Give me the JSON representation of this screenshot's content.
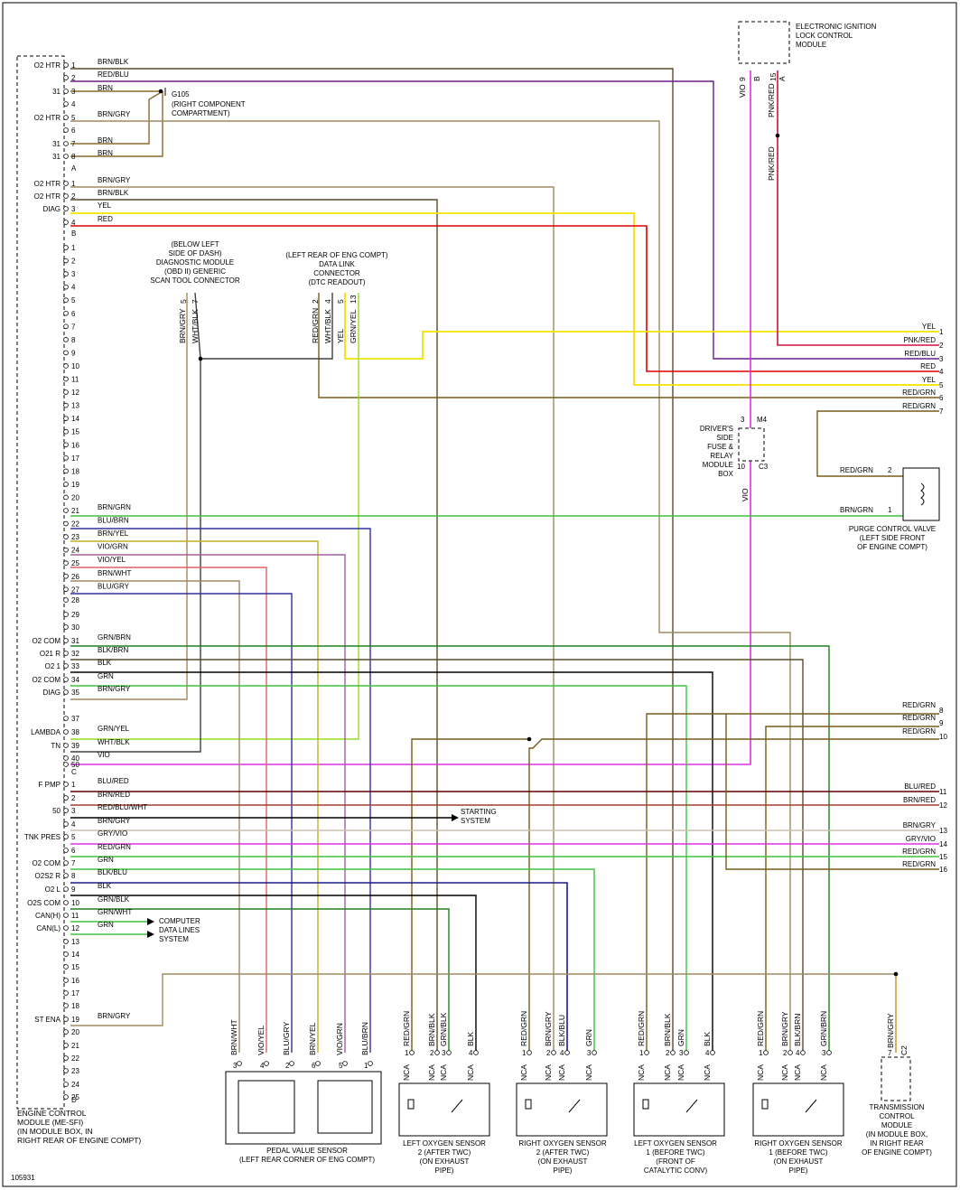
{
  "colors": {
    "BRN": "#8a6a2a",
    "BRN_BLK": "#5b4a2a",
    "RED_BLU": "#6a1a8a",
    "VIO": "#e030e0",
    "PNK_RED": "#d0103a",
    "YEL": "#f0e400",
    "RED": "#e00000",
    "RED_GRN": "#7a5a1a",
    "GRN": "#40c040",
    "BLU_BRN": "#3030a0",
    "BRN_YEL": "#c0b020",
    "VIO_GRN": "#a060a0",
    "VIO_YEL": "#e06060",
    "BRN_GRY": "#a08a60",
    "BLK": "#000000",
    "GRN_YEL": "#90e020",
    "WHT_BLK": "#404040",
    "BLU_RED": "#600000",
    "BRN_RED": "#a04030",
    "GRY_VIO": "#b080c0",
    "BLK_BLU": "#1a1a8a",
    "GRN_BLK": "#208020",
    "GRN_WHT": "#30a060"
  },
  "footer": {
    "figure_no": "105931"
  },
  "ecm": {
    "title": [
      "ENGINE CONTROL",
      "MODULE (ME-SFI)",
      "(IN MODULE BOX, IN",
      "RIGHT REAR OF ENGINE COMPT)"
    ],
    "connectors": [
      "A",
      "B",
      "C",
      "D"
    ],
    "pins_A": [
      {
        "n": "1",
        "func": "O2 HTR",
        "wire": "BRN/BLK"
      },
      {
        "n": "2",
        "func": "",
        "wire": "RED/BLU"
      },
      {
        "n": "3",
        "func": "31",
        "wire": "BRN"
      },
      {
        "n": "4",
        "func": "",
        "wire": ""
      },
      {
        "n": "5",
        "func": "O2 HTR",
        "wire": "BRN/GRY"
      },
      {
        "n": "6",
        "func": "",
        "wire": ""
      },
      {
        "n": "7",
        "func": "31",
        "wire": "BRN"
      },
      {
        "n": "8",
        "func": "31",
        "wire": "BRN"
      }
    ],
    "pins_B": [
      {
        "n": "1",
        "func": "O2 HTR",
        "wire": "BRN/GRY"
      },
      {
        "n": "2",
        "func": "O2 HTR",
        "wire": "BRN/BLK"
      },
      {
        "n": "3",
        "func": "DIAG",
        "wire": "YEL"
      },
      {
        "n": "4",
        "func": "",
        "wire": "RED"
      },
      {
        "n": "1",
        "func": "",
        "wire": ""
      },
      {
        "n": "2",
        "func": "",
        "wire": ""
      },
      {
        "n": "3",
        "func": "",
        "wire": ""
      },
      {
        "n": "4",
        "func": "",
        "wire": ""
      },
      {
        "n": "5",
        "func": "",
        "wire": ""
      },
      {
        "n": "6",
        "func": "",
        "wire": ""
      },
      {
        "n": "7",
        "func": "",
        "wire": ""
      },
      {
        "n": "8",
        "func": "",
        "wire": ""
      },
      {
        "n": "9",
        "func": "",
        "wire": ""
      },
      {
        "n": "10",
        "func": "",
        "wire": ""
      },
      {
        "n": "11",
        "func": "",
        "wire": ""
      },
      {
        "n": "12",
        "func": "",
        "wire": ""
      },
      {
        "n": "13",
        "func": "",
        "wire": ""
      },
      {
        "n": "14",
        "func": "",
        "wire": ""
      },
      {
        "n": "15",
        "func": "",
        "wire": ""
      },
      {
        "n": "16",
        "func": "",
        "wire": ""
      },
      {
        "n": "17",
        "func": "",
        "wire": ""
      },
      {
        "n": "18",
        "func": "",
        "wire": ""
      },
      {
        "n": "19",
        "func": "",
        "wire": ""
      },
      {
        "n": "20",
        "func": "",
        "wire": ""
      },
      {
        "n": "21",
        "func": "",
        "wire": "BRN/GRN"
      },
      {
        "n": "22",
        "func": "",
        "wire": "BLU/BRN"
      },
      {
        "n": "23",
        "func": "",
        "wire": "BRN/YEL"
      },
      {
        "n": "24",
        "func": "",
        "wire": "VIO/GRN"
      },
      {
        "n": "25",
        "func": "",
        "wire": "VIO/YEL"
      },
      {
        "n": "26",
        "func": "",
        "wire": "BRN/WHT"
      },
      {
        "n": "27",
        "func": "",
        "wire": "BLU/GRY"
      },
      {
        "n": "28",
        "func": "",
        "wire": ""
      },
      {
        "n": "29",
        "func": "",
        "wire": ""
      },
      {
        "n": "30",
        "func": "",
        "wire": ""
      },
      {
        "n": "31",
        "func": "O2 COM",
        "wire": "GRN/BRN"
      },
      {
        "n": "32",
        "func": "O21 R",
        "wire": "BLK/BRN"
      },
      {
        "n": "33",
        "func": "O2 1",
        "wire": "BLK"
      },
      {
        "n": "34",
        "func": "O2 COM",
        "wire": "GRN"
      },
      {
        "n": "35",
        "func": "DIAG",
        "wire": "BRN/GRY"
      },
      {
        "n": "37",
        "func": "",
        "wire": ""
      },
      {
        "n": "38",
        "func": "LAMBDA",
        "wire": "GRN/YEL"
      },
      {
        "n": "39",
        "func": "TN",
        "wire": "WHT/BLK"
      },
      {
        "n": "40",
        "func": "",
        "wire": "VIO"
      },
      {
        "n": "50",
        "func": "",
        "wire": ""
      }
    ],
    "pins_C": [
      {
        "n": "1",
        "func": "F PMP",
        "wire": "BLU/RED"
      },
      {
        "n": "2",
        "func": "",
        "wire": "BRN/RED"
      },
      {
        "n": "3",
        "func": "50",
        "wire": "RED/BLU/WHT"
      },
      {
        "n": "4",
        "func": "",
        "wire": "BRN/GRY"
      },
      {
        "n": "5",
        "func": "TNK PRES",
        "wire": "GRY/VIO"
      },
      {
        "n": "6",
        "func": "",
        "wire": "RED/GRN"
      },
      {
        "n": "7",
        "func": "O2 COM",
        "wire": "GRN"
      },
      {
        "n": "8",
        "func": "O2S2 R",
        "wire": "BLK/BLU"
      },
      {
        "n": "9",
        "func": "O2 L",
        "wire": "BLK"
      },
      {
        "n": "10",
        "func": "O2S COM",
        "wire": "GRN/BLK"
      },
      {
        "n": "11",
        "func": "CAN(H)",
        "wire": "GRN/WHT"
      },
      {
        "n": "12",
        "func": "CAN(L)",
        "wire": "GRN"
      },
      {
        "n": "13",
        "func": "",
        "wire": ""
      },
      {
        "n": "14",
        "func": "",
        "wire": ""
      },
      {
        "n": "15",
        "func": "",
        "wire": ""
      },
      {
        "n": "16",
        "func": "",
        "wire": ""
      },
      {
        "n": "17",
        "func": "",
        "wire": ""
      },
      {
        "n": "18",
        "func": "",
        "wire": ""
      },
      {
        "n": "19",
        "func": "ST ENA",
        "wire": "BRN/GRY"
      },
      {
        "n": "20",
        "func": "",
        "wire": ""
      },
      {
        "n": "21",
        "func": "",
        "wire": ""
      },
      {
        "n": "22",
        "func": "",
        "wire": ""
      },
      {
        "n": "23",
        "func": "",
        "wire": ""
      },
      {
        "n": "24",
        "func": "",
        "wire": ""
      },
      {
        "n": "25",
        "func": "",
        "wire": ""
      }
    ]
  },
  "g105": {
    "name": "G105",
    "lines": [
      "(RIGHT COMPONENT",
      "COMPARTMENT)"
    ]
  },
  "eilcm": {
    "lines": [
      "ELECTRONIC IGNITION",
      "LOCK CONTROL",
      "MODULE"
    ],
    "pins": [
      "9",
      "B",
      "15",
      "A"
    ],
    "wires": [
      "VIO",
      "PNK/RED",
      "PNK/RED"
    ]
  },
  "obd": {
    "lines": [
      "(BELOW LEFT",
      "SIDE OF DASH)",
      "DIAGNOSTIC MODULE",
      "(OBD II) GENERIC",
      "SCAN TOOL CONNECTOR"
    ],
    "pins": [
      "5",
      "7"
    ],
    "wires": [
      "BRN/GRY",
      "WHT/BLK"
    ]
  },
  "dlc": {
    "lines": [
      "(LEFT REAR OF ENG COMPT)",
      "DATA LINK",
      "CONNECTOR",
      "(DTC READOUT)"
    ],
    "pins": [
      "2",
      "4",
      "5",
      "13"
    ],
    "wires": [
      "RED/GRN",
      "WHT/BLK",
      "YEL",
      "GRN/YEL"
    ]
  },
  "right_terminals": [
    {
      "label": "YEL",
      "n": "1"
    },
    {
      "label": "PNK/RED",
      "n": "2"
    },
    {
      "label": "RED/BLU",
      "n": "3"
    },
    {
      "label": "RED",
      "n": "4"
    },
    {
      "label": "YEL",
      "n": "5"
    },
    {
      "label": "RED/GRN",
      "n": "6"
    },
    {
      "label": "RED/GRN",
      "n": "7"
    },
    {
      "label": "RED/GRN",
      "n": "8"
    },
    {
      "label": "RED/GRN",
      "n": "9"
    },
    {
      "label": "RED/GRN",
      "n": "10"
    },
    {
      "label": "BLU/RED",
      "n": "11"
    },
    {
      "label": "BRN/RED",
      "n": "12"
    },
    {
      "label": "BRN/GRY",
      "n": "13"
    },
    {
      "label": "GRY/VIO",
      "n": "14"
    },
    {
      "label": "RED/GRN",
      "n": "15"
    },
    {
      "label": "RED/GRN",
      "n": "16"
    }
  ],
  "fuse_box": {
    "lines": [
      "DRIVER'S",
      "SIDE",
      "FUSE &",
      "RELAY",
      "MODULE",
      "BOX"
    ],
    "pins": [
      "3",
      "M4",
      "10",
      "C3"
    ],
    "wire": "VIO"
  },
  "purge": {
    "lines": [
      "PURGE CONTROL VALVE",
      "(LEFT SIDE FRONT",
      "OF ENGINE COMPT)"
    ],
    "pins": [
      "2",
      "1"
    ],
    "wires": [
      "RED/GRN",
      "BRN/GRN"
    ]
  },
  "starting": {
    "lines": [
      "STARTING",
      "SYSTEM"
    ]
  },
  "computer": {
    "lines": [
      "COMPUTER",
      "DATA LINES",
      "SYSTEM"
    ]
  },
  "pedal": {
    "lines": [
      "PEDAL VALUE SENSOR",
      "(LEFT REAR CORNER OF ENG COMPT)"
    ],
    "pins": [
      {
        "n": "3",
        "wire": "BRN/WHT"
      },
      {
        "n": "4",
        "wire": "VIO/YEL"
      },
      {
        "n": "2",
        "wire": "BLU/GRY"
      },
      {
        "n": "6",
        "wire": "BRN/YEL"
      },
      {
        "n": "5",
        "wire": "VIO/GRN"
      },
      {
        "n": "1",
        "wire": "BLU/BRN"
      }
    ]
  },
  "sensors": [
    {
      "lines": [
        "LEFT OXYGEN SENSOR",
        "2 (AFTER TWC)",
        "(ON EXHAUST",
        "PIPE)"
      ],
      "pins": [
        {
          "n": "1",
          "wire": "RED/GRN"
        },
        {
          "n": "2",
          "wire": "BRN/BLK"
        },
        {
          "n": "3",
          "wire": "GRN/BLK"
        },
        {
          "n": "4",
          "wire": "BLK"
        }
      ]
    },
    {
      "lines": [
        "RIGHT OXYGEN SENSOR",
        "2 (AFTER TWC)",
        "(ON EXHAUST",
        "PIPE)"
      ],
      "pins": [
        {
          "n": "1",
          "wire": "RED/GRN"
        },
        {
          "n": "2",
          "wire": "BRN/GRY"
        },
        {
          "n": "4",
          "wire": "BLK/BLU"
        },
        {
          "n": "3",
          "wire": "GRN"
        }
      ]
    },
    {
      "lines": [
        "LEFT OXYGEN SENSOR",
        "1 (BEFORE TWC)",
        "(FRONT OF",
        "CATALYTIC CONV)"
      ],
      "pins": [
        {
          "n": "1",
          "wire": "RED/GRN"
        },
        {
          "n": "2",
          "wire": "BRN/BLK"
        },
        {
          "n": "3",
          "wire": "GRN"
        },
        {
          "n": "4",
          "wire": "BLK"
        }
      ]
    },
    {
      "lines": [
        "RIGHT OXYGEN SENSOR",
        "1 (BEFORE TWC)",
        "(ON EXHAUST",
        "PIPE)"
      ],
      "pins": [
        {
          "n": "1",
          "wire": "RED/GRN"
        },
        {
          "n": "2",
          "wire": "BRN/GRY"
        },
        {
          "n": "4",
          "wire": "BLK/BRN"
        },
        {
          "n": "3",
          "wire": "GRN/BRN"
        }
      ]
    }
  ],
  "nca": "NCA",
  "tcm": {
    "lines": [
      "TRANSMISSION",
      "CONTROL",
      "MODULE",
      "(IN MODULE BOX,",
      "IN RIGHT REAR",
      "OF ENGINE COMPT)"
    ],
    "pin": "7",
    "conn": "C2",
    "wire": "BRN/GRY"
  }
}
